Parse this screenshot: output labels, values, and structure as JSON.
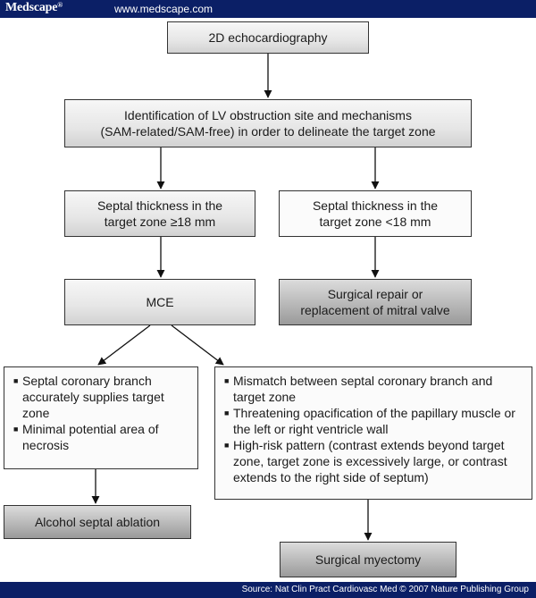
{
  "header": {
    "brand": "Medscape",
    "registered": "®",
    "url": "www.medscape.com"
  },
  "flowchart": {
    "start": "2D echocardiography",
    "identify": [
      "Identification of LV obstruction site and mechanisms",
      "(SAM-related/SAM-free) in order to delineate the target zone"
    ],
    "thick_left": [
      "Septal thickness in the",
      "target zone ≥18 mm"
    ],
    "thick_right": [
      "Septal thickness in the",
      "target zone <18 mm"
    ],
    "mce": "MCE",
    "surgical_repair": [
      "Surgical repair or",
      "replacement of mitral valve"
    ],
    "left_criteria": [
      "Septal coronary branch accurately supplies target zone",
      "Minimal potential area of necrosis"
    ],
    "right_criteria": [
      "Mismatch between septal coronary branch and target zone",
      "Threatening opacification of the papillary muscle or the left or right ventricle wall",
      "High-risk pattern (contrast extends beyond target zone, target zone is excessively large, or contrast extends to the right side of septum)"
    ],
    "ablation": "Alcohol septal ablation",
    "myectomy": "Surgical myectomy",
    "bullet_symbol": "■"
  },
  "footer": {
    "source": "Source: Nat Clin Pract Cardiovasc Med © 2007 Nature Publishing Group"
  }
}
